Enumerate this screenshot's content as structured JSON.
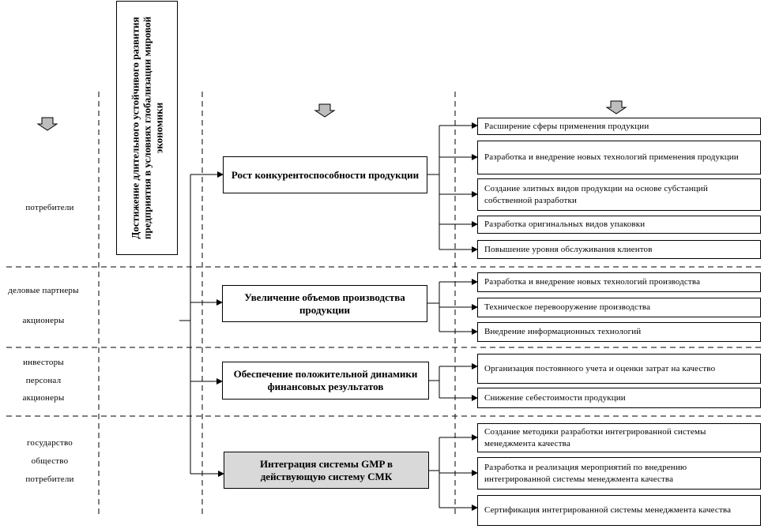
{
  "goal": {
    "text": "Достижение длительного устойчивого развития предприятия в условиях глобализации мировой экономики"
  },
  "stakeholders": {
    "consumers": "потребители",
    "partners": "деловые партнеры",
    "shareholders_1": "акционеры",
    "investors": "инвесторы",
    "staff": "персонал",
    "shareholders_2": "акционеры",
    "state": "государство",
    "society": "общество",
    "consumers_2": "потребители"
  },
  "strategies": [
    {
      "label": "Рост  конкурентоспособности продукции"
    },
    {
      "label": "Увеличение объемов производства продукции"
    },
    {
      "label": "Обеспечение положительной динамики финансовых результатов"
    },
    {
      "label": "Интеграция системы GMP в действующую систему СМК"
    }
  ],
  "actions": [
    {
      "label": "Расширение сферы применения продукции"
    },
    {
      "label": "Разработка и внедрение новых технологий применения продукции"
    },
    {
      "label": "Создание элитных видов продукции на основе субстанций собственной разработки"
    },
    {
      "label": "Разработка оригинальных видов упаковки"
    },
    {
      "label": "Повышение уровня обслуживания клиентов"
    },
    {
      "label": "Разработка и внедрение новых технологий производства"
    },
    {
      "label": "Техническое перевооружение производства"
    },
    {
      "label": "Внедрение информационных технологий"
    },
    {
      "label": "Организация постоянного учета и оценки затрат на качество"
    },
    {
      "label": "Снижение себестоимости продукции"
    },
    {
      "label": "Создание методики разработки интегрированной системы менеджмента качества"
    },
    {
      "label": "Разработка и реализация мероприятий по внедрению интегрированной системы менеджмента качества"
    },
    {
      "label": "Сертификация интегрированной системы менеджмента качества"
    }
  ],
  "colors": {
    "line": "#000000",
    "dashed_line": "#000000",
    "shaded_box": "#d9d9d9",
    "arrow_fill": "#bdbdbd"
  },
  "icons": {
    "column_marker": "down-arrow-icon"
  }
}
